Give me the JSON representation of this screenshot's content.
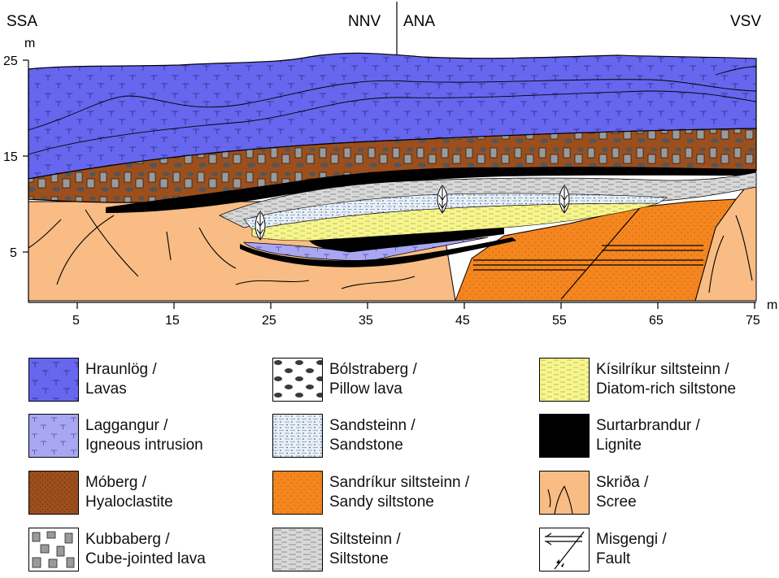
{
  "section": {
    "directions": {
      "left": "SSA",
      "center_left": "NNV",
      "center_right": "ANA",
      "right": "VSV"
    },
    "y_axis_unit": "m",
    "x_axis_unit": "m",
    "y_ticks": [
      "25",
      "15",
      "5"
    ],
    "x_ticks": [
      "5",
      "15",
      "25",
      "35",
      "45",
      "55",
      "65",
      "75"
    ]
  },
  "legend": [
    {
      "id": "lavas",
      "line1": "Hraunlög /",
      "line2": "Lavas",
      "color": "#6666ee"
    },
    {
      "id": "pillow",
      "line1": "Bólstraberg /",
      "line2": "Pillow lava",
      "color": "#ffffff"
    },
    {
      "id": "diatom",
      "line1": "Kísilríkur siltsteinn /",
      "line2": "Diatom-rich siltstone",
      "color": "#f7f58e"
    },
    {
      "id": "intrusion",
      "line1": "Laggangur /",
      "line2": "Igneous intrusion",
      "color": "#a9a6f2"
    },
    {
      "id": "sandstone",
      "line1": "Sandsteinn /",
      "line2": "Sandstone",
      "color": "#e8f0f8"
    },
    {
      "id": "lignite",
      "line1": "Surtarbrandur /",
      "line2": "Lignite",
      "color": "#000000"
    },
    {
      "id": "hyaloclastite",
      "line1": "Móberg /",
      "line2": "Hyaloclastite",
      "color": "#9c4f1c"
    },
    {
      "id": "sandy",
      "line1": "Sandríkur siltsteinn /",
      "line2": "Sandy siltstone",
      "color": "#f5861f"
    },
    {
      "id": "scree",
      "line1": "Skriða /",
      "line2": "Scree",
      "color": "#f8bc84"
    },
    {
      "id": "cube",
      "line1": "Kubbaberg /",
      "line2": "Cube-jointed lava",
      "color": "#ffffff"
    },
    {
      "id": "siltstone",
      "line1": "Siltsteinn /",
      "line2": "Siltstone",
      "color": "#d8d8d8"
    },
    {
      "id": "fault",
      "line1": "Misgengi /",
      "line2": "Fault",
      "color": "#ffffff"
    }
  ]
}
